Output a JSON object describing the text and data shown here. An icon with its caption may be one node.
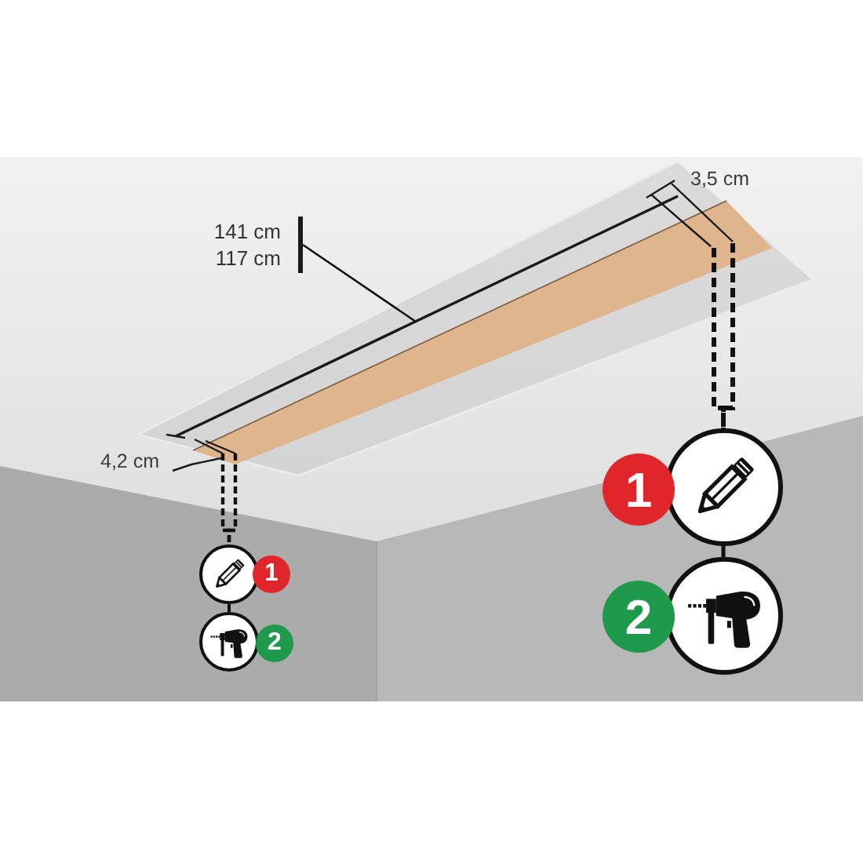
{
  "diagram": {
    "nodes": [
      {
        "text": [
          "141 cm",
          "117 cm"
        ]
      },
      {
        "text": [
          "1"
        ]
      },
      {
        "text": [],
        "shape": "circle"
      },
      {
        "text": [
          "2"
        ]
      },
      {
        "text": [],
        "shape": "circle"
      },
      {
        "text": [],
        "shape": "circle"
      },
      {
        "text": [
          "1"
        ]
      },
      {
        "text": [],
        "shape": "circle"
      },
      {
        "text": [
          "2"
        ]
      }
    ],
    "edges": [
      {
        "from": 0,
        "to": null,
        "arrow": "none"
      },
      {
        "from": null,
        "to": 2,
        "arrow": "none",
        "style": "dashed"
      },
      {
        "from": null,
        "to": 2,
        "arrow": "none",
        "style": "dashed"
      },
      {
        "from": 2,
        "to": 4,
        "arrow": "none"
      },
      {
        "from": null,
        "to": 5,
        "arrow": "none",
        "style": "dashed"
      },
      {
        "from": null,
        "to": 5,
        "arrow": "none",
        "style": "dashed"
      },
      {
        "from": 5,
        "to": 7,
        "arrow": "none"
      }
    ],
    "labels": [
      "3,5 cm",
      "4,2 cm"
    ]
  }
}
